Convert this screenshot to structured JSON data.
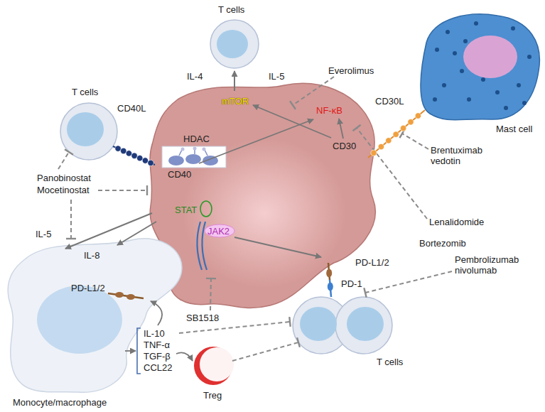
{
  "diagram": {
    "nodes": [
      {
        "text": [
          "T cells"
        ]
      },
      {
        "text": [
          "T cells"
        ]
      },
      {
        "text": [
          "Mast cell"
        ]
      },
      {
        "text": [
          "mTOR",
          "NF-κB",
          "HDAC",
          "STAT",
          "JAK2"
        ]
      },
      {
        "text": [
          "Monocyte/macrophage"
        ]
      },
      {
        "text": [
          "Treg"
        ]
      },
      {
        "text": [
          "T cells"
        ]
      }
    ],
    "edges": [
      {
        "from": 0,
        "to": 3,
        "arrow": "none"
      },
      {
        "from": 3,
        "to": 1,
        "arrow": "to"
      },
      {
        "from": 2,
        "to": 3,
        "arrow": "none"
      },
      {
        "from": 3,
        "to": 4,
        "label": "IL-5",
        "arrow": "to"
      },
      {
        "from": 3,
        "to": 4,
        "label": "IL-8",
        "arrow": "to"
      },
      {
        "from": 3,
        "to": 6,
        "arrow": "none"
      },
      {
        "from": 5,
        "to": 6,
        "arrow": "to"
      }
    ],
    "labels": [
      "IL-4",
      "IL-5",
      "Everolimus",
      "CD40L",
      "CD30L",
      "CD40",
      "CD30",
      "Brentuximab vedotin",
      "Panobinostat",
      "Mocetinostat",
      "Lenalidomide",
      "Bortezomib",
      "PD-L1/2",
      "PD-1",
      "Pembrolizumab nivolumab",
      "PD-L1/2",
      "SB1518",
      "IL-10",
      "TNF-α",
      "TGF-β",
      "CCL22"
    ]
  }
}
